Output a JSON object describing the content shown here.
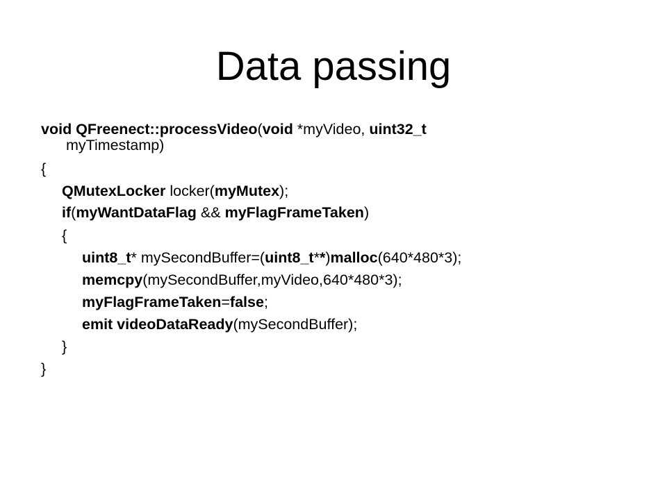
{
  "slide": {
    "title": "Data passing",
    "code": {
      "line1": [
        {
          "t": "void QFreenect::processVideo",
          "b": true
        },
        {
          "t": "(",
          "b": false
        },
        {
          "t": "void",
          "b": true
        },
        {
          "t": " *myVideo, ",
          "b": false
        },
        {
          "t": "uint32_t",
          "b": true
        }
      ],
      "line2": [
        {
          "t": "myTimestamp)",
          "b": false
        }
      ],
      "line3": [
        {
          "t": "{",
          "b": false
        }
      ],
      "line4": [
        {
          "t": "QMutexLocker",
          "b": true
        },
        {
          "t": " locker(",
          "b": false
        },
        {
          "t": "myMutex",
          "b": true
        },
        {
          "t": ");",
          "b": false
        }
      ],
      "line5": [
        {
          "t": "if",
          "b": true
        },
        {
          "t": "(",
          "b": false
        },
        {
          "t": "myWantDataFlag",
          "b": true
        },
        {
          "t": " && ",
          "b": false
        },
        {
          "t": "myFlagFrameTaken",
          "b": true
        },
        {
          "t": ")",
          "b": false
        }
      ],
      "line6": [
        {
          "t": "{",
          "b": false
        }
      ],
      "line7": [
        {
          "t": "uint8_t",
          "b": true
        },
        {
          "t": "* mySecondBuffer=(",
          "b": false
        },
        {
          "t": "uint8_t",
          "b": true
        },
        {
          "t": "*",
          "b": false
        },
        {
          "t": "*",
          "b": true
        },
        {
          "t": ")",
          "b": false
        },
        {
          "t": "malloc",
          "b": true
        },
        {
          "t": "(640*480*3);",
          "b": false
        }
      ],
      "line8": [
        {
          "t": "memcpy",
          "b": true
        },
        {
          "t": "(mySecondBuffer,myVideo,640*480*3);",
          "b": false
        }
      ],
      "line9": [
        {
          "t": "myFlagFrameTaken",
          "b": true
        },
        {
          "t": "=",
          "b": false
        },
        {
          "t": "false",
          "b": true
        },
        {
          "t": ";",
          "b": false
        }
      ],
      "line10": [
        {
          "t": "emit videoDataReady",
          "b": true
        },
        {
          "t": "(mySecondBuffer);",
          "b": false
        }
      ],
      "line11": [
        {
          "t": "}",
          "b": false
        }
      ],
      "line12": [
        {
          "t": "}",
          "b": false
        }
      ]
    }
  }
}
